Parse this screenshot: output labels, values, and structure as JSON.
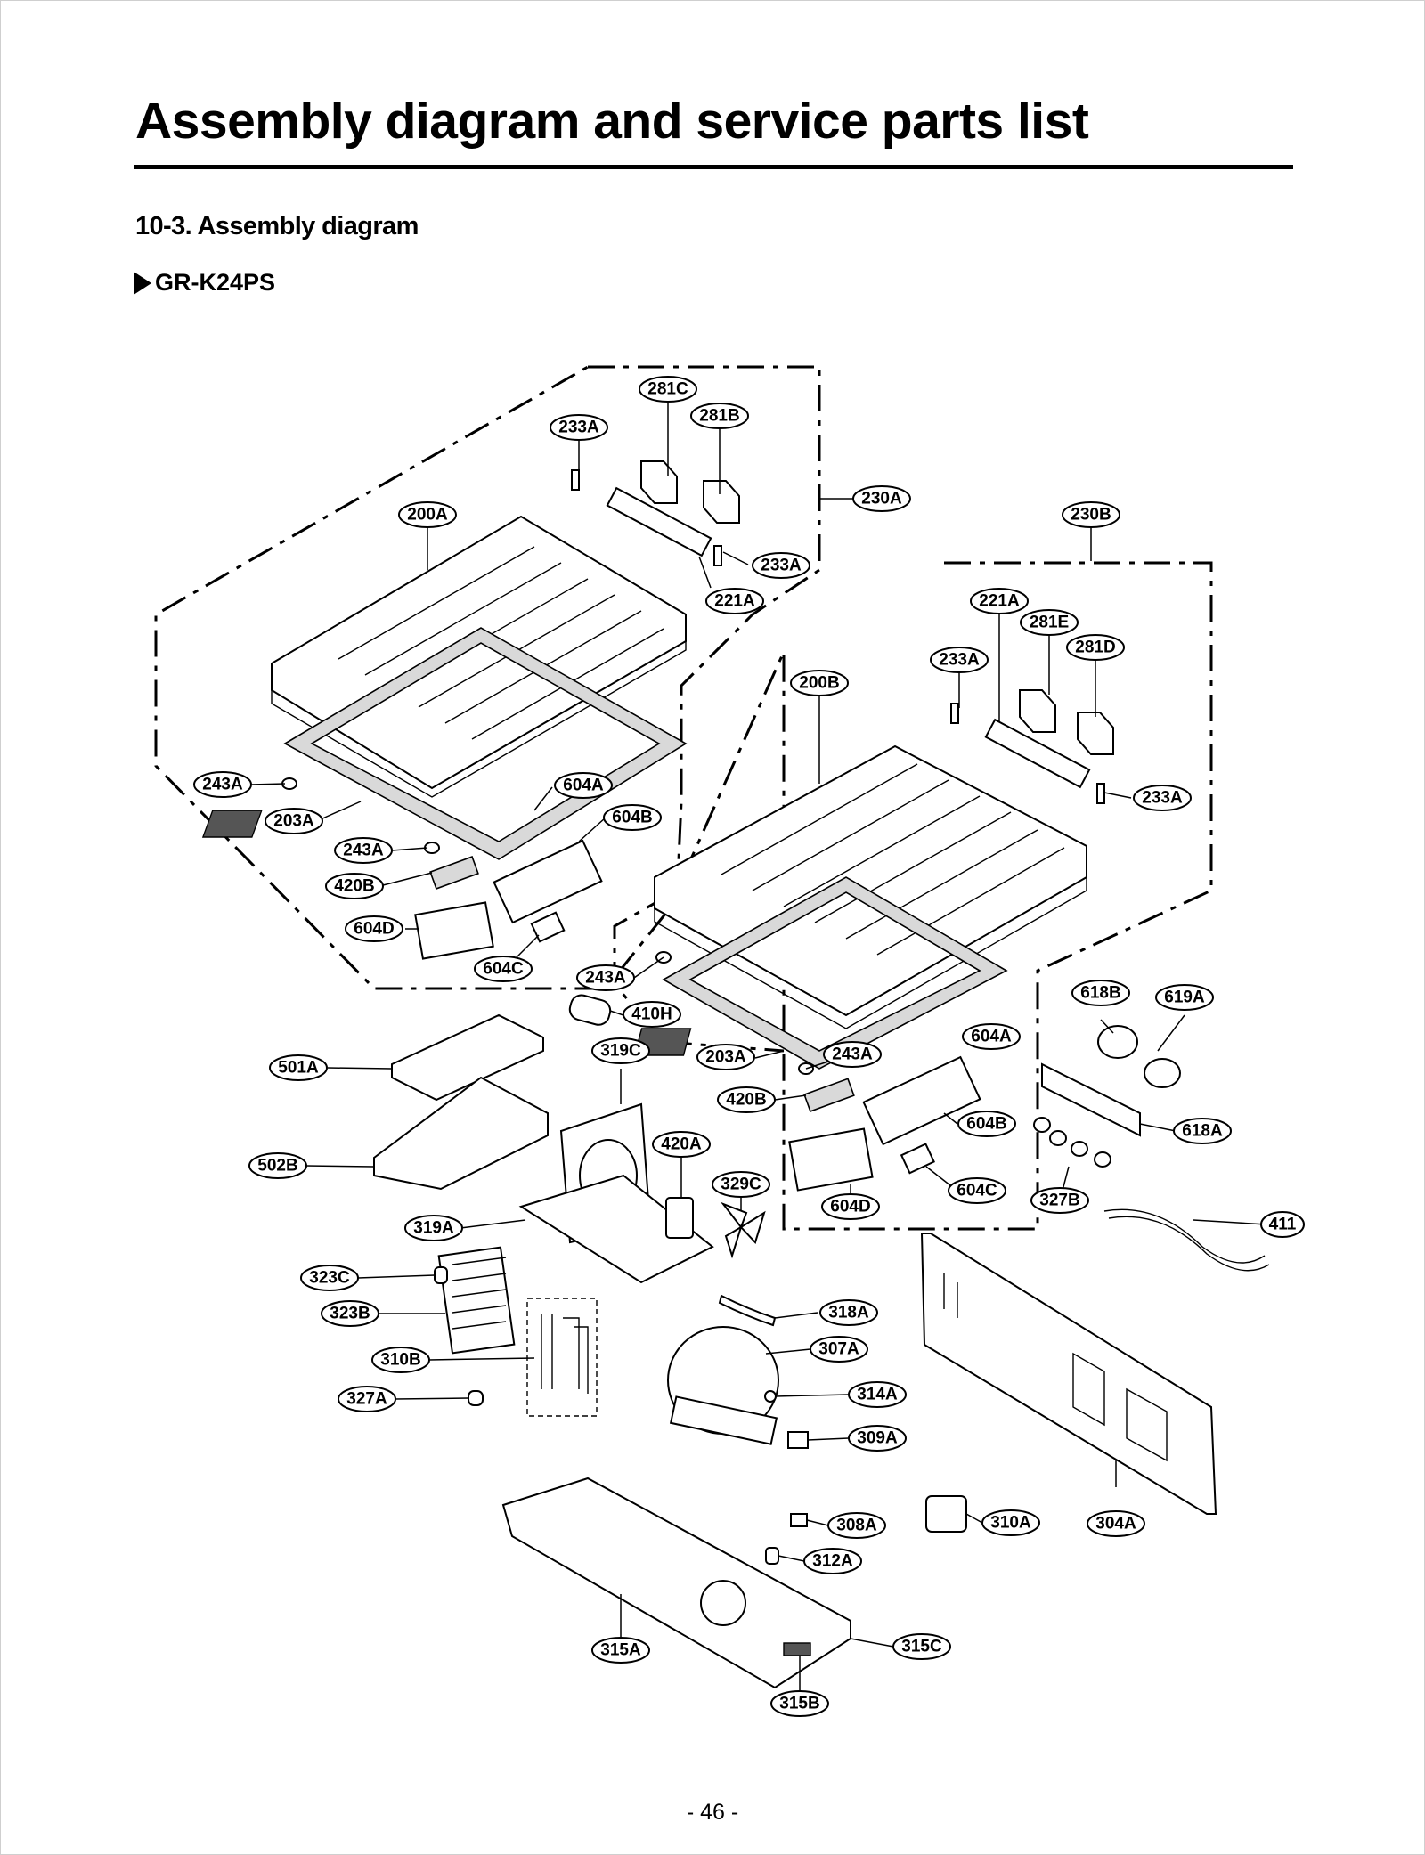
{
  "page": {
    "title": "Assembly diagram and service parts list",
    "section_heading": "10-3. Assembly diagram",
    "model": "GR-K24PS",
    "page_number": "- 46 -"
  },
  "callouts": [
    {
      "label": "281C"
    },
    {
      "label": "281B"
    },
    {
      "label": "233A"
    },
    {
      "label": "230A"
    },
    {
      "label": "200A"
    },
    {
      "label": "233A"
    },
    {
      "label": "221A"
    },
    {
      "label": "230B"
    },
    {
      "label": "221A"
    },
    {
      "label": "281E"
    },
    {
      "label": "281D"
    },
    {
      "label": "233A"
    },
    {
      "label": "200B"
    },
    {
      "label": "233A"
    },
    {
      "label": "243A"
    },
    {
      "label": "604A"
    },
    {
      "label": "203A"
    },
    {
      "label": "604B"
    },
    {
      "label": "243A"
    },
    {
      "label": "420B"
    },
    {
      "label": "604D"
    },
    {
      "label": "604C"
    },
    {
      "label": "243A"
    },
    {
      "label": "618B"
    },
    {
      "label": "619A"
    },
    {
      "label": "410H"
    },
    {
      "label": "604A"
    },
    {
      "label": "319C"
    },
    {
      "label": "203A"
    },
    {
      "label": "243A"
    },
    {
      "label": "501A"
    },
    {
      "label": "420B"
    },
    {
      "label": "604B"
    },
    {
      "label": "618A"
    },
    {
      "label": "420A"
    },
    {
      "label": "502B"
    },
    {
      "label": "329C"
    },
    {
      "label": "604C"
    },
    {
      "label": "327B"
    },
    {
      "label": "604D"
    },
    {
      "label": "319A"
    },
    {
      "label": "411"
    },
    {
      "label": "323C"
    },
    {
      "label": "323B"
    },
    {
      "label": "318A"
    },
    {
      "label": "310B"
    },
    {
      "label": "307A"
    },
    {
      "label": "327A"
    },
    {
      "label": "314A"
    },
    {
      "label": "309A"
    },
    {
      "label": "308A"
    },
    {
      "label": "310A"
    },
    {
      "label": "304A"
    },
    {
      "label": "312A"
    },
    {
      "label": "315A"
    },
    {
      "label": "315C"
    },
    {
      "label": "315B"
    }
  ]
}
